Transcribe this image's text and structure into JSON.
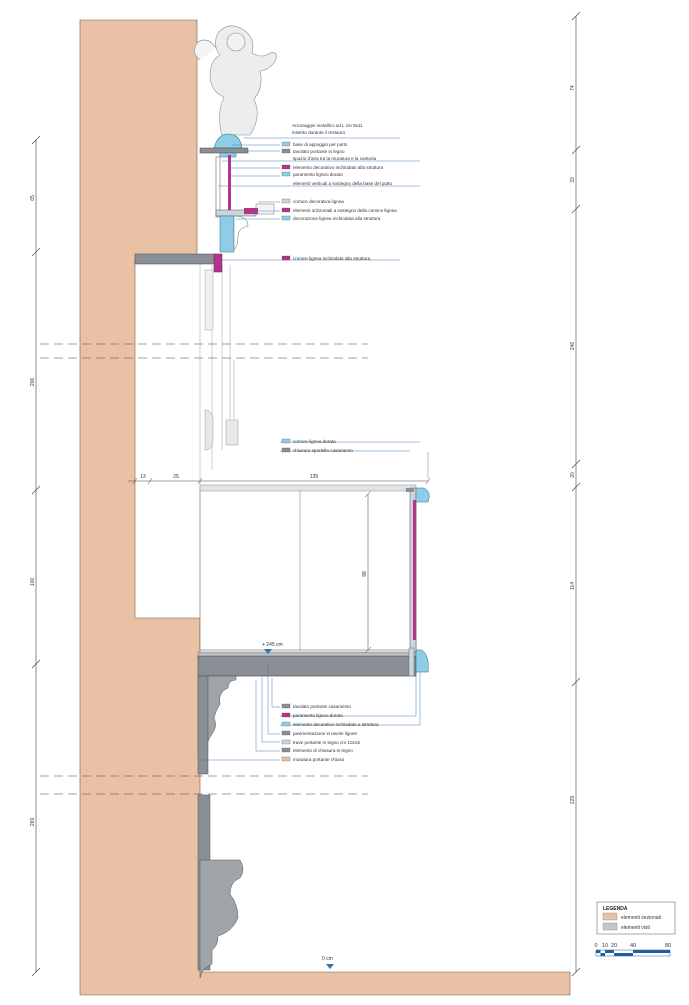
{
  "left_dims": [
    "65",
    "206",
    "100",
    "269"
  ],
  "right_dims": [
    "74",
    "33",
    "246",
    "20",
    "114",
    "229"
  ],
  "interior_dims": {
    "d13": "13",
    "d25": "25",
    "d135": "135",
    "d98": "98"
  },
  "elevation_marks": {
    "upper": "+ 245 cm",
    "lower": "0 cm"
  },
  "annotations": [
    {
      "text": "Ancoraggio metallico sd.L cm 9x11",
      "line2": "inserito durante il restauro",
      "swatch": ""
    },
    {
      "text": "base di appoggio per putto",
      "swatch": "#8ecde6"
    },
    {
      "text": "tavolato portante in legno",
      "swatch": "#8a8f96"
    },
    {
      "text": "spazio d'aria tra la muratura e la cantoria",
      "swatch": ""
    },
    {
      "text": "elemento decorativo inchiodato alla struttura",
      "swatch": "#b5338a"
    },
    {
      "text": "paramento ligneo dorato",
      "swatch": "#8ecde6"
    },
    {
      "text": "elementi verticali a sostegno della base del putto",
      "swatch": ""
    },
    {
      "text": "cornice decorativa lignea",
      "swatch": "#c9d6dc"
    },
    {
      "text": "elementi orizzontali a sostegno della cornice lignea",
      "swatch": "#b5338a"
    },
    {
      "text": "decorazione lignea inchiodata alla struttura",
      "swatch": "#8ecde6"
    },
    {
      "text": "cornice lignea inchiodata alla struttura",
      "swatch": "#b5338a"
    },
    {
      "text": "cornice lignea dorata",
      "swatch": "#8ecde6"
    },
    {
      "text": "chiusura sportello casamento",
      "swatch": "#8a8f96"
    },
    {
      "text": "tavolato portante casamento",
      "swatch": "#8a8f96"
    },
    {
      "text": "paramento ligneo dorato",
      "swatch": "#b5338a"
    },
    {
      "text": "elemento decorativo inchiodato a struttura",
      "swatch": "#8ecde6"
    },
    {
      "text": "pavimentazione in tavole lignee",
      "swatch": "#8a8f96"
    },
    {
      "text": "trave portante in legno cm 10x15",
      "swatch": "#c9d6dc"
    },
    {
      "text": "elemento di chiusura in legno",
      "swatch": "#8a8f96"
    },
    {
      "text": "muratura portante chiusa",
      "swatch": "#e8c0a0"
    }
  ],
  "legend": {
    "title": "LEGENDA",
    "items": [
      {
        "label": "elementi sezionati",
        "color": "#e9c2a6"
      },
      {
        "label": "elementi visti",
        "color": "#c3c6ca"
      }
    ]
  },
  "scale_bar": {
    "ticks": [
      "0",
      "10",
      "20",
      "40",
      "80"
    ]
  },
  "colors": {
    "wall": "#e9c2a6",
    "wood_gray": "#8a8f96",
    "cyan": "#8ecde6",
    "magenta": "#b5338a",
    "light_gray": "#c9d6dc",
    "dim_line": "#444444"
  }
}
